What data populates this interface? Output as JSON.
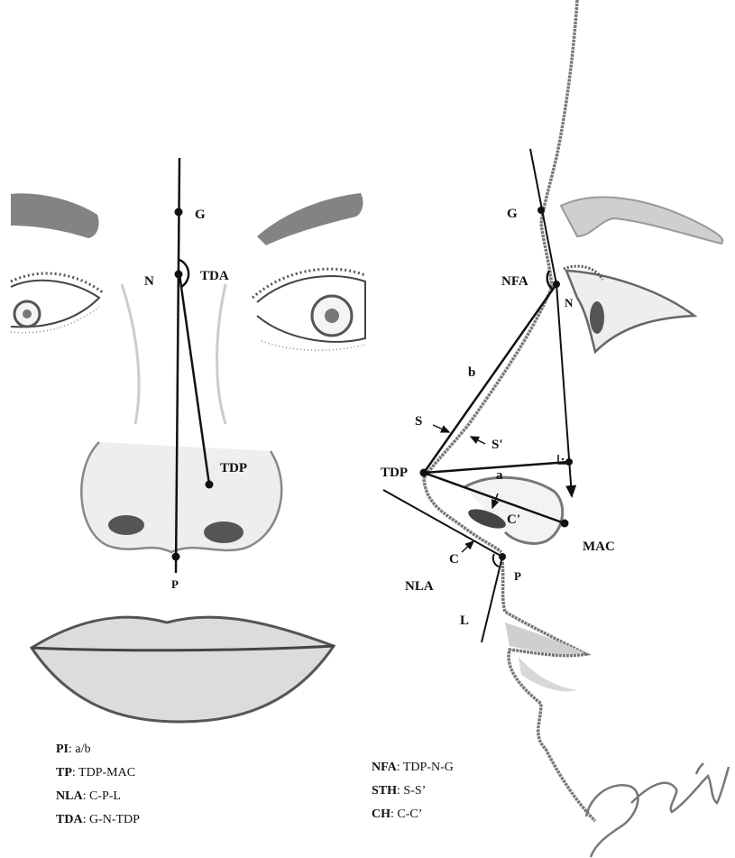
{
  "frontal_labels": {
    "G": "G",
    "N": "N",
    "TDA": "TDA",
    "TDP": "TDP",
    "P": "P"
  },
  "profile_labels": {
    "G": "G",
    "NFA": "NFA",
    "N": "N",
    "b": "b",
    "S": "S",
    "S_prime": "S'",
    "TDP": "TDP",
    "a": "a",
    "C_prime": "C'",
    "MAC": "MAC",
    "C": "C",
    "P": "P",
    "NLA": "NLA",
    "L": "L"
  },
  "legend_left": [
    {
      "abbr": "PI",
      "def": ": a/b"
    },
    {
      "abbr": "TP",
      "def": ": TDP-MAC"
    },
    {
      "abbr": "NLA",
      "def": ": C-P-L"
    },
    {
      "abbr": "TDA",
      "def": ": G-N-TDP"
    }
  ],
  "legend_right": [
    {
      "abbr": "NFA",
      "def": ": TDP-N-G"
    },
    {
      "abbr": "STH",
      "def": ": S-S’"
    },
    {
      "abbr": "CH",
      "def": ": C-C’"
    }
  ]
}
